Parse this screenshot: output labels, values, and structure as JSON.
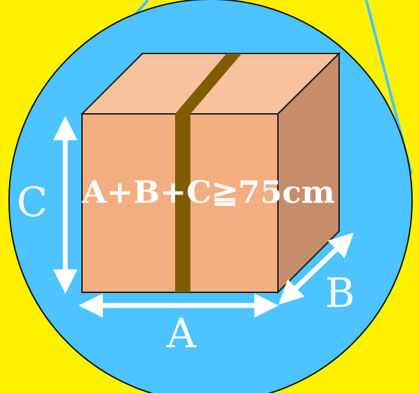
{
  "colors": {
    "background": "#fff200",
    "circle_fill": "#4dc3ff",
    "pointer_line": "#4dc3ff",
    "box_front": "#f2ae80",
    "box_top": "#f7c29d",
    "box_side": "#c58d6c",
    "tape": "#7f5c00",
    "arrow": "#ffffff",
    "text": "#ffffff",
    "outline": "#1a1a1a"
  },
  "labels": {
    "dim_a": "A",
    "dim_b": "B",
    "dim_c": "C",
    "formula": "A+B+C≧75cm"
  },
  "icons": {
    "box": "cardboard-box-icon",
    "tape": "packing-tape"
  }
}
